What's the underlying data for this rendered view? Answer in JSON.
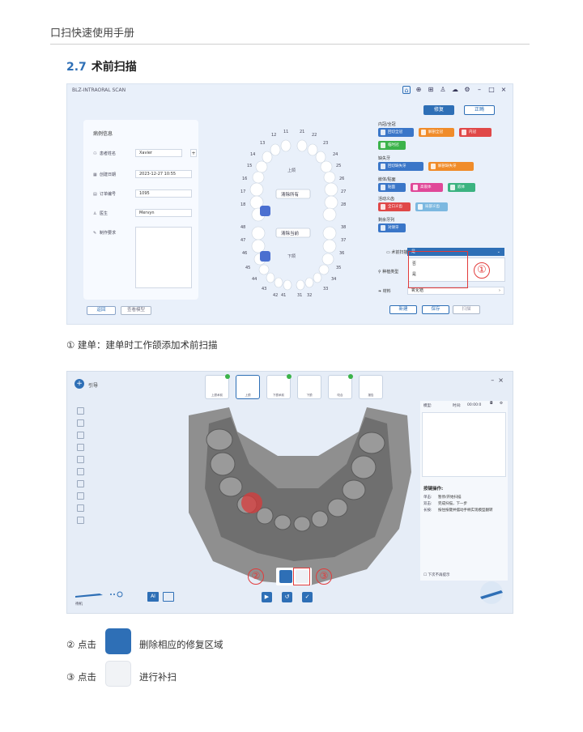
{
  "header": {
    "title": "口扫快速使用手册"
  },
  "section": {
    "number": "2.7",
    "title": "术前扫描"
  },
  "shot1": {
    "brand": "BLZ-INTRAORAL SCAN",
    "tabs": {
      "repair": "修复",
      "ortho": "正畸"
    },
    "case_info": {
      "title": "病例信息",
      "rows": [
        {
          "label": "患者姓名",
          "value": "Xavier"
        },
        {
          "label": "创建日期",
          "value": "2023-12-27 10:55"
        },
        {
          "label": "订单编号",
          "value": "1095"
        },
        {
          "label": "医生",
          "value": "Mervyn"
        },
        {
          "label": "制作要求",
          "value": ""
        }
      ]
    },
    "jaw": {
      "upper_label": "上颌",
      "lower_label": "下颌",
      "clear_all": "清除所有",
      "clear_current": "清除当前",
      "upper_numbers": [
        "11",
        "21",
        "12",
        "22",
        "13",
        "23",
        "14",
        "24",
        "15",
        "25",
        "16",
        "26",
        "17",
        "27",
        "18",
        "28"
      ],
      "lower_numbers": [
        "48",
        "38",
        "47",
        "37",
        "46",
        "36",
        "45",
        "35",
        "44",
        "34",
        "43",
        "33",
        "42",
        "41",
        "31",
        "32"
      ]
    },
    "right": {
      "crown_label": "内冠/全冠",
      "crown_btns": [
        "回切全冠",
        "解剖全冠",
        "内冠",
        "临时冠"
      ],
      "missing_label": "缺失牙",
      "missing_btns": [
        "回切缺失牙",
        "解剖缺失牙"
      ],
      "veneer_label": "嵌体/贴面",
      "veneer_btns": [
        "贴面",
        "高嵌体",
        "嵌体"
      ],
      "denture_label": "活动义齿",
      "denture_btns": [
        "全口义齿",
        "局部义齿"
      ],
      "remain_label": "剩余牙列",
      "remain_btns": [
        "对颌牙"
      ],
      "pre_scan_label": "术前扫描",
      "pre_scan_value": "是",
      "pre_scan_options": [
        "否",
        "是"
      ],
      "implant_label": "种植类型",
      "material_label": "材料",
      "material_value": "氧化锆"
    },
    "buttons": {
      "back": "返回",
      "view_model": "查看模型",
      "new": "新建",
      "save": "保存",
      "scan": "扫描"
    },
    "mark": "①"
  },
  "caption1": "① 建单：建单时工作颌添加术前扫描",
  "shot2": {
    "guide": "引导",
    "tabs": [
      "上颌术前",
      "上颌",
      "下颌术前",
      "下颌",
      "咬合",
      "报告"
    ],
    "side_top": {
      "left": "模型:",
      "time_label": "时间:",
      "time_value": "00:00:0"
    },
    "keys": {
      "title": "按键操作:",
      "items": [
        {
          "k": "单击:",
          "v": "暂停/开始扫描"
        },
        {
          "k": "双击:",
          "v": "完成扫描，下一步"
        },
        {
          "k": "长按:",
          "v": "按住按键并摆动手柄实现模型翻转"
        }
      ]
    },
    "no_prompt": "下次不再提示",
    "standby": "待机",
    "ai": "AI",
    "mark2": "②",
    "mark3": "③"
  },
  "caption2": {
    "prefix": "② 点击",
    "text": "删除相应的修复区域"
  },
  "caption3": {
    "prefix": "③ 点击",
    "text": "进行补扫"
  },
  "colors": {
    "accent": "#2e6fb6",
    "red": "#e23b3b",
    "green": "#3bb34a",
    "orange": "#f08c2a"
  }
}
